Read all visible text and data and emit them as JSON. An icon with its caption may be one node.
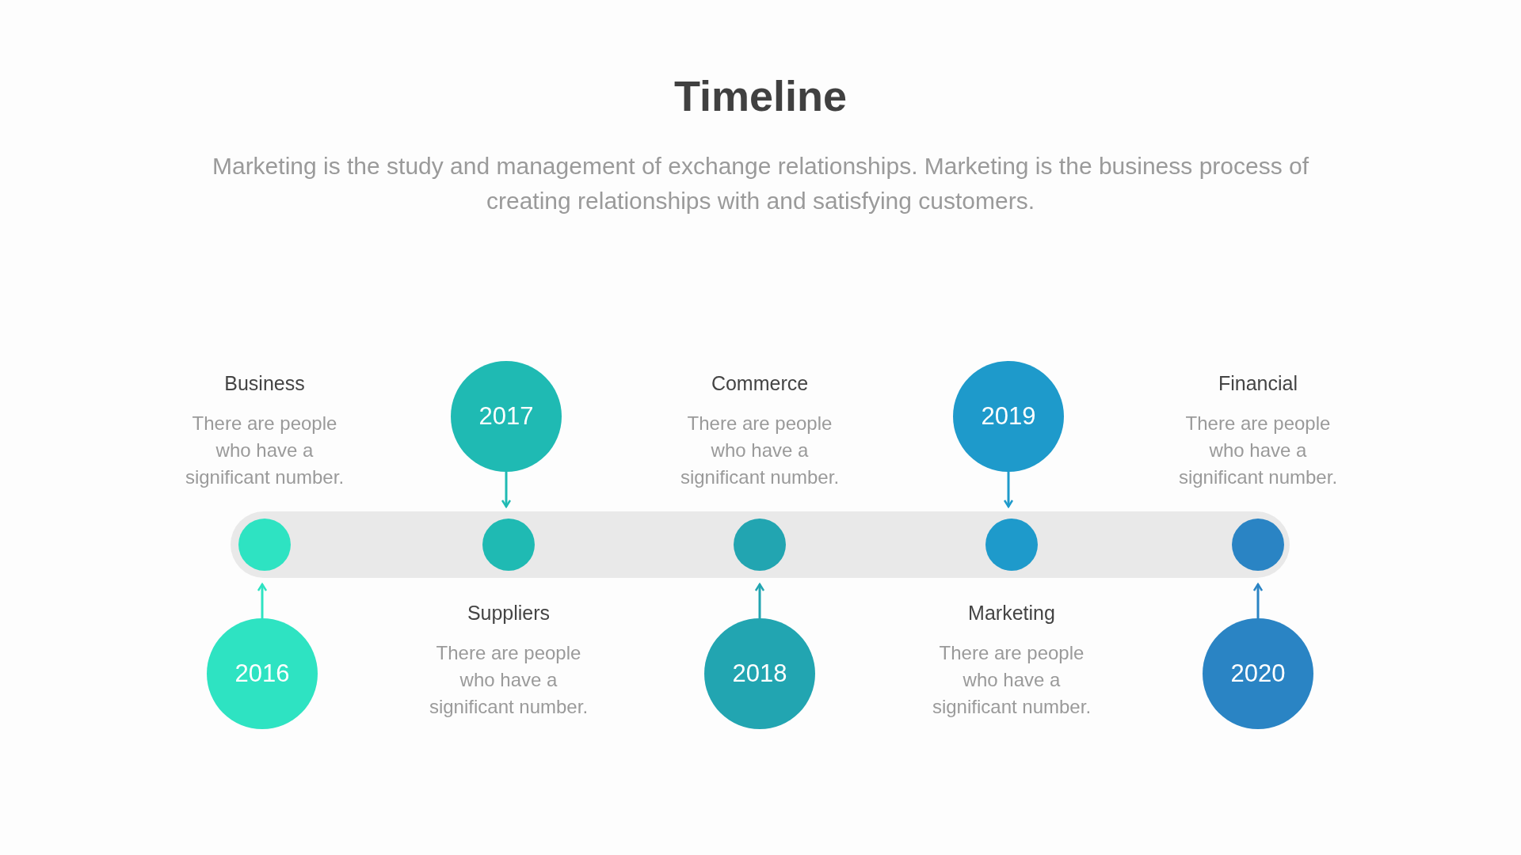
{
  "diagram": {
    "title": "Timeline",
    "nodes": [
      {
        "text": [],
        "shape": "bar"
      },
      {
        "text": [],
        "shape": "circle",
        "in": 0
      },
      {
        "text": [],
        "shape": "circle",
        "in": 0
      },
      {
        "text": [],
        "shape": "circle",
        "in": 0
      },
      {
        "text": [],
        "shape": "circle",
        "in": 0
      },
      {
        "text": [],
        "shape": "circle",
        "in": 0
      },
      {
        "text": [
          "2017"
        ]
      },
      {
        "text": [
          "2019"
        ]
      },
      {
        "text": [
          "2016"
        ]
      },
      {
        "text": [
          "2018"
        ]
      },
      {
        "text": [
          "2020"
        ]
      }
    ],
    "edges": [
      {
        "from": 6,
        "to": 0,
        "arrow": "to",
        "color": "#1fbab3"
      },
      {
        "from": 7,
        "to": 0,
        "arrow": "to",
        "color": "#1e9acb"
      },
      {
        "from": 8,
        "to": 0,
        "arrow": "to",
        "color": "#2ee3c2"
      },
      {
        "from": 9,
        "to": 0,
        "arrow": "to",
        "color": "#22a5b1"
      },
      {
        "from": 10,
        "to": 0,
        "arrow": "to",
        "color": "#2a84c4"
      }
    ],
    "labels": [
      "Marketing is the study and management of exchange relationships. Marketing is the business process of creating relationships with and satisfying customers.",
      "Business",
      "There are people who have a significant number.",
      "Commerce",
      "There are people who have a significant number.",
      "Financial",
      "There are people who have a significant number.",
      "Suppliers",
      "There are people who have a significant number.",
      "Marketing",
      "There are people who have a significant number."
    ]
  }
}
